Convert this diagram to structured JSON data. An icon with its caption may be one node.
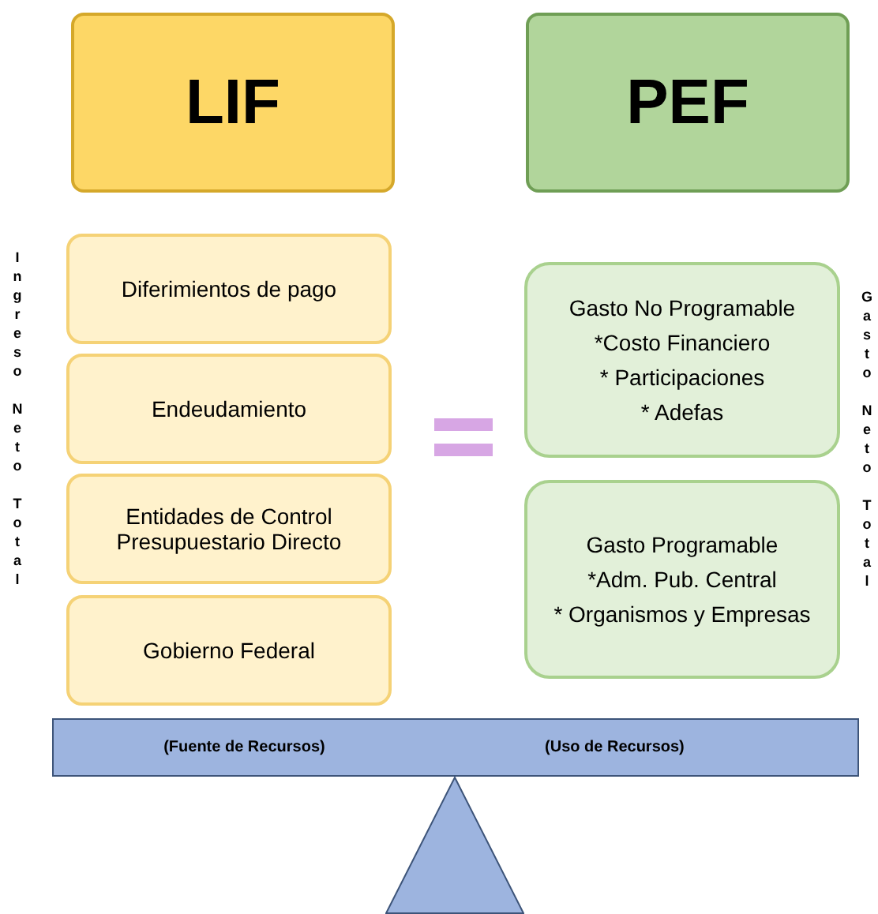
{
  "diagram": {
    "nodes": [
      {
        "text": [
          "LIF"
        ]
      },
      {
        "text": [
          "PEF"
        ]
      },
      {
        "text": [
          "Diferimientos de pago"
        ]
      },
      {
        "text": [
          "Endeudamiento"
        ]
      },
      {
        "text": [
          "Entidades de Control Presupuestario Directo"
        ]
      },
      {
        "text": [
          "Gobierno Federal"
        ]
      },
      {
        "text": [
          "Gasto No Programable",
          "*Costo Financiero",
          "* Participaciones",
          "* Adefas"
        ]
      },
      {
        "text": [
          "Gasto Programable",
          "*Adm. Pub. Central",
          "* Organismos y Empresas"
        ]
      },
      {
        "text": [
          "(Fuente de Recursos)",
          "(Uso de Recursos)"
        ]
      },
      {
        "text": [],
        "shape": "triangle"
      }
    ],
    "labels": [
      "Ingreso Neto Total",
      "Gasto Neto Total"
    ]
  }
}
